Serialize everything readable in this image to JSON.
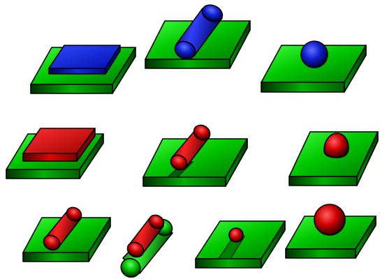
{
  "colors": {
    "base_green": "#00c000",
    "blue": "#1020d0",
    "red": "#d00000",
    "outline": "#000000",
    "background": "#ffffff"
  },
  "figure": {
    "items": [
      {
        "shape": "flat-plate-on-slab",
        "color": "blue"
      },
      {
        "shape": "cylinder-on-slab",
        "color": "blue"
      },
      {
        "shape": "sphere-on-slab",
        "color": "blue"
      },
      {
        "shape": "flat-plate-on-slab",
        "color": "red"
      },
      {
        "shape": "cylinder-in-groove",
        "color": "red"
      },
      {
        "shape": "half-sphere-on-slab",
        "color": "red"
      },
      {
        "shape": "cylinder-on-slab",
        "color": "red"
      },
      {
        "shape": "cylinder-on-green-cylinder",
        "color": "red"
      },
      {
        "shape": "sphere-in-groove",
        "color": "red"
      },
      {
        "shape": "sphere-on-slab",
        "color": "red"
      }
    ]
  }
}
